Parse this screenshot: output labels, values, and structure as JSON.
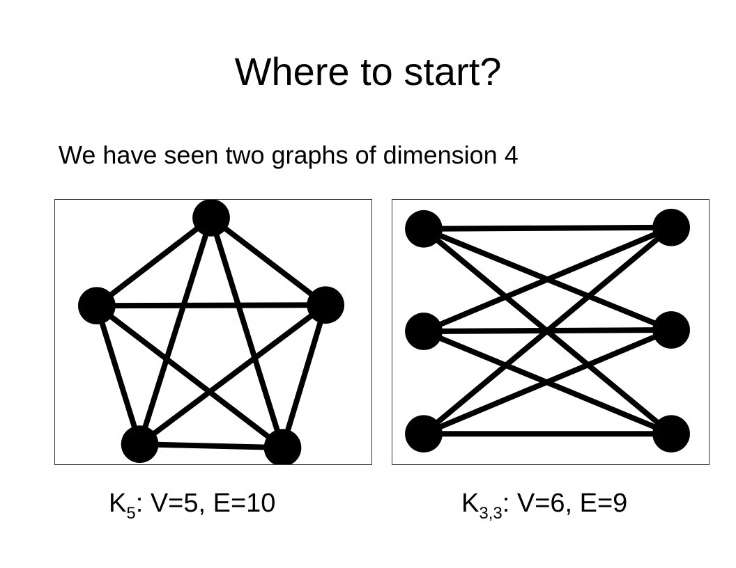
{
  "slide": {
    "title": "Where to start?",
    "subtitle": "We have seen two graphs of dimension 4"
  },
  "graphs": [
    {
      "id": "k5",
      "caption_base": "K",
      "caption_sub": "5",
      "caption_rest": ":  V=5, E=10",
      "vertex_count": 5,
      "edges": [
        [
          0,
          1
        ],
        [
          0,
          2
        ],
        [
          0,
          3
        ],
        [
          0,
          4
        ],
        [
          1,
          2
        ],
        [
          1,
          3
        ],
        [
          1,
          4
        ],
        [
          2,
          3
        ],
        [
          2,
          4
        ],
        [
          3,
          4
        ]
      ],
      "color": "#000000"
    },
    {
      "id": "k33",
      "caption_base": "K",
      "caption_sub": "3,3",
      "caption_rest": ":  V=6, E=9",
      "vertex_count": 6,
      "edges": [
        [
          0,
          3
        ],
        [
          0,
          4
        ],
        [
          0,
          5
        ],
        [
          1,
          3
        ],
        [
          1,
          4
        ],
        [
          1,
          5
        ],
        [
          2,
          3
        ],
        [
          2,
          4
        ],
        [
          2,
          5
        ]
      ],
      "color": "#000000"
    }
  ]
}
